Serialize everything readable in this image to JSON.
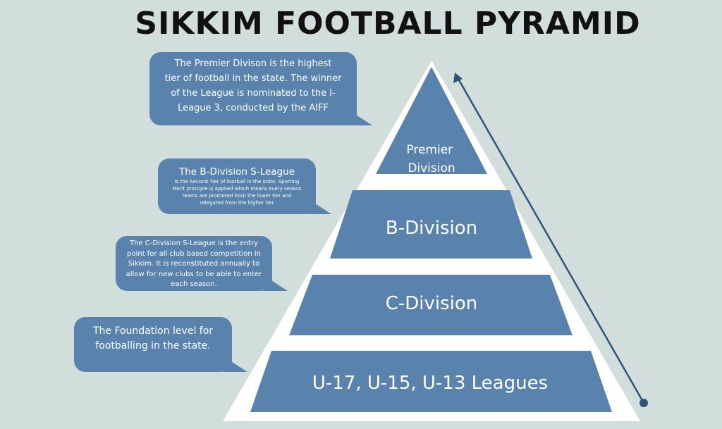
{
  "title": "SIKKIM FOOTBALL PYRAMID",
  "colors": {
    "background": "#d2dedc",
    "tier_fill": "#5983ad",
    "pyramid_outline": "#ffffff",
    "arrow": "#2d5478",
    "title": "#111111"
  },
  "tiers": [
    {
      "label_lines": [
        "Premier",
        "Division"
      ]
    },
    {
      "label_lines": [
        "B-Division"
      ]
    },
    {
      "label_lines": [
        "C-Division"
      ]
    },
    {
      "label_lines": [
        "U-17, U-15, U-13 Leagues"
      ]
    }
  ],
  "callouts": {
    "premier": {
      "lines": [
        "The Premier Divison is the highest",
        "tier of football in the state. The winner",
        "of the League is nominated to the I-",
        "League 3, conducted by the AIFF"
      ]
    },
    "b_division": {
      "title": "The B-Division S-League",
      "lines": [
        "Is the Second Tier of football in the state. Sporting",
        "Merit principle is applied which means every season",
        "teams are promoted from the lower tier and",
        "relegated from the higher tier"
      ]
    },
    "c_division": {
      "lines": [
        "The C-Division S-League is  the entry",
        "point for all club based competition in",
        "Sikkim. It is reconstituted annually to",
        "allow for new clubs to be able to enter",
        "each season."
      ]
    },
    "foundation": {
      "lines": [
        "The Foundation level for",
        "footballing in the state."
      ]
    }
  }
}
